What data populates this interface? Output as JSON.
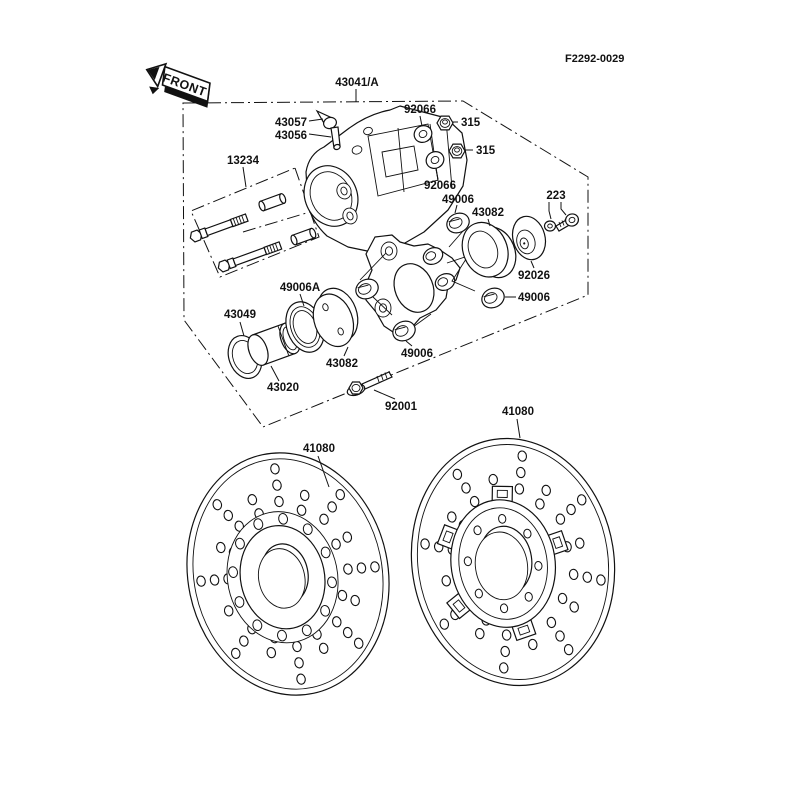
{
  "header": {
    "drawing_code": "F2292-0029"
  },
  "front_arrow": {
    "label": "FRONT"
  },
  "labels": {
    "caliper_assembly": "43041/A",
    "bleed_valve_cap": "43057",
    "bleed_valve": "43056",
    "pin_kit": "13234",
    "washer_upper": "92066",
    "washer_lower": "92066",
    "nut_upper": "315",
    "nut_lower": "315",
    "boot_upper": "49006",
    "boot_right": "49006",
    "boot_lower": "49006",
    "piston_cup_right": "43082",
    "piston_plate_left": "43082",
    "screw": "223",
    "cap": "92026",
    "dust_boot": "49006A",
    "seal_ring": "43049",
    "piston": "43020",
    "mount_bolt": "92001",
    "disc_left": "41080",
    "disc_right": "41080"
  }
}
